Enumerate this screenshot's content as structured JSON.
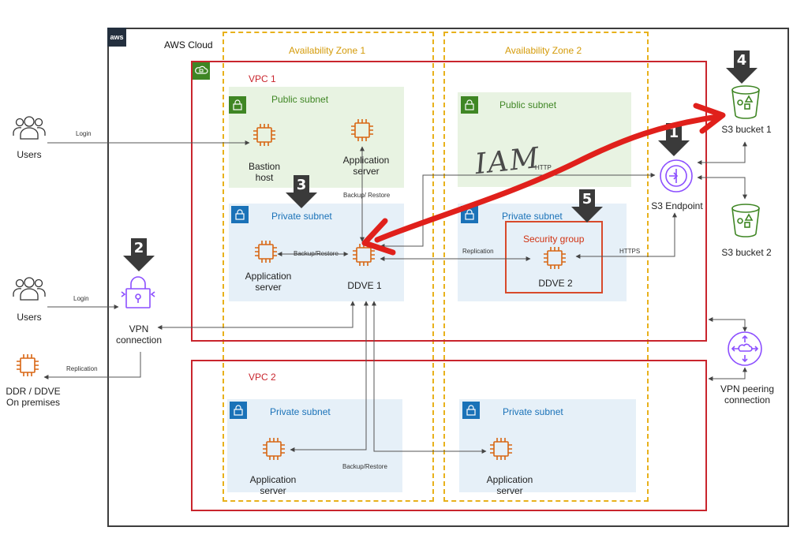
{
  "cloud": {
    "title": "AWS Cloud",
    "logo_text": "aws"
  },
  "zones": [
    {
      "title": "Availability Zone 1"
    },
    {
      "title": "Availability Zone 2"
    }
  ],
  "vpcs": [
    {
      "title": "VPC 1"
    },
    {
      "title": "VPC 2"
    }
  ],
  "subnets": {
    "vpc1_az1_public": "Public subnet",
    "vpc1_az2_public": "Public subnet",
    "vpc1_az1_private": "Private subnet",
    "vpc1_az2_private": "Private subnet",
    "vpc2_az1_private": "Private subnet",
    "vpc2_az2_private": "Private subnet"
  },
  "security_group": {
    "title": "Security group"
  },
  "nodes": {
    "users_top": "Users",
    "users_bottom": "Users",
    "bastion": "Bastion\nhost",
    "app_server_public": "Application\nserver",
    "app_server_private": "Application\nserver",
    "ddve1": "DDVE 1",
    "ddve2": "DDVE 2",
    "vpn": "VPN\nconnection",
    "ddr_onprem": "DDR / DDVE\nOn premises",
    "s3_endpoint": "S3 Endpoint",
    "s3_bucket1": "S3 bucket 1",
    "s3_bucket2": "S3 bucket 2",
    "vpn_peering": "VPN peering\nconnection",
    "app_server_vpc2_az1": "Application\nserver",
    "app_server_vpc2_az2": "Application\nserver"
  },
  "edge_labels": {
    "login_top": "Login",
    "login_bottom": "Login",
    "replication_onprem": "Replication",
    "backup_restore_public": "Backup/ Restore",
    "backup_restore_private": "Backup/Restore",
    "replication_ddve": "Replication",
    "https_endpoint": "HTTPS",
    "https_public": "HTTP",
    "backup_restore_vpc2": "Backup/Restore"
  },
  "markers": [
    "1",
    "2",
    "3",
    "4",
    "5"
  ],
  "handwriting": "IAM",
  "icons": [
    "users-icon",
    "chip-icon",
    "lock-icon",
    "vpn-padlock-icon",
    "s3-bucket-icon",
    "endpoint-icon",
    "vpn-peering-icon",
    "cloud-icon"
  ],
  "colors": {
    "cloud_border": "#3d3d3d",
    "az_border": "#e8b11b",
    "vpc_border": "#c9252d",
    "public_subnet": "#e8f3e2",
    "private_subnet": "#e6f0f8",
    "compute_orange": "#d86613",
    "s3_green": "#3f8624",
    "endpoint_purple": "#8c4fff",
    "annotation_red": "#e0201b",
    "marker_dark": "#3a3a3a"
  }
}
